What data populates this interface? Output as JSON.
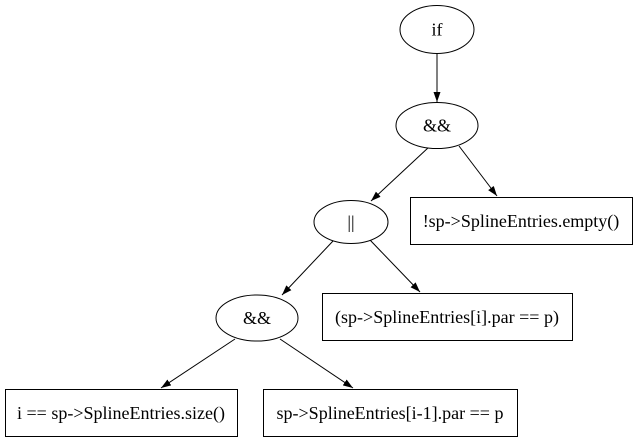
{
  "diagram": {
    "type": "expression-tree",
    "background_color": "#ffffff",
    "node_fill_color": "#ffffff",
    "node_stroke_color": "#000000",
    "edge_color": "#000000",
    "text_color": "#000000",
    "nodes": [
      {
        "id": "if",
        "shape": "ellipse",
        "label": "if"
      },
      {
        "id": "and_top",
        "shape": "ellipse",
        "label": "&&"
      },
      {
        "id": "or",
        "shape": "ellipse",
        "label": "||"
      },
      {
        "id": "not_empty",
        "shape": "box",
        "label": "!sp->SplineEntries.empty()"
      },
      {
        "id": "and_bottom",
        "shape": "ellipse",
        "label": "&&"
      },
      {
        "id": "par_eq",
        "shape": "box",
        "label": "(sp->SplineEntries[i].par == p)"
      },
      {
        "id": "size_eq",
        "shape": "box",
        "label": "i == sp->SplineEntries.size()"
      },
      {
        "id": "prev_par_eq",
        "shape": "box",
        "label": "sp->SplineEntries[i-1].par == p"
      }
    ],
    "edges": [
      {
        "from": "if",
        "to": "and_top"
      },
      {
        "from": "and_top",
        "to": "or"
      },
      {
        "from": "and_top",
        "to": "not_empty"
      },
      {
        "from": "or",
        "to": "and_bottom"
      },
      {
        "from": "or",
        "to": "par_eq"
      },
      {
        "from": "and_bottom",
        "to": "size_eq"
      },
      {
        "from": "and_bottom",
        "to": "prev_par_eq"
      }
    ]
  }
}
